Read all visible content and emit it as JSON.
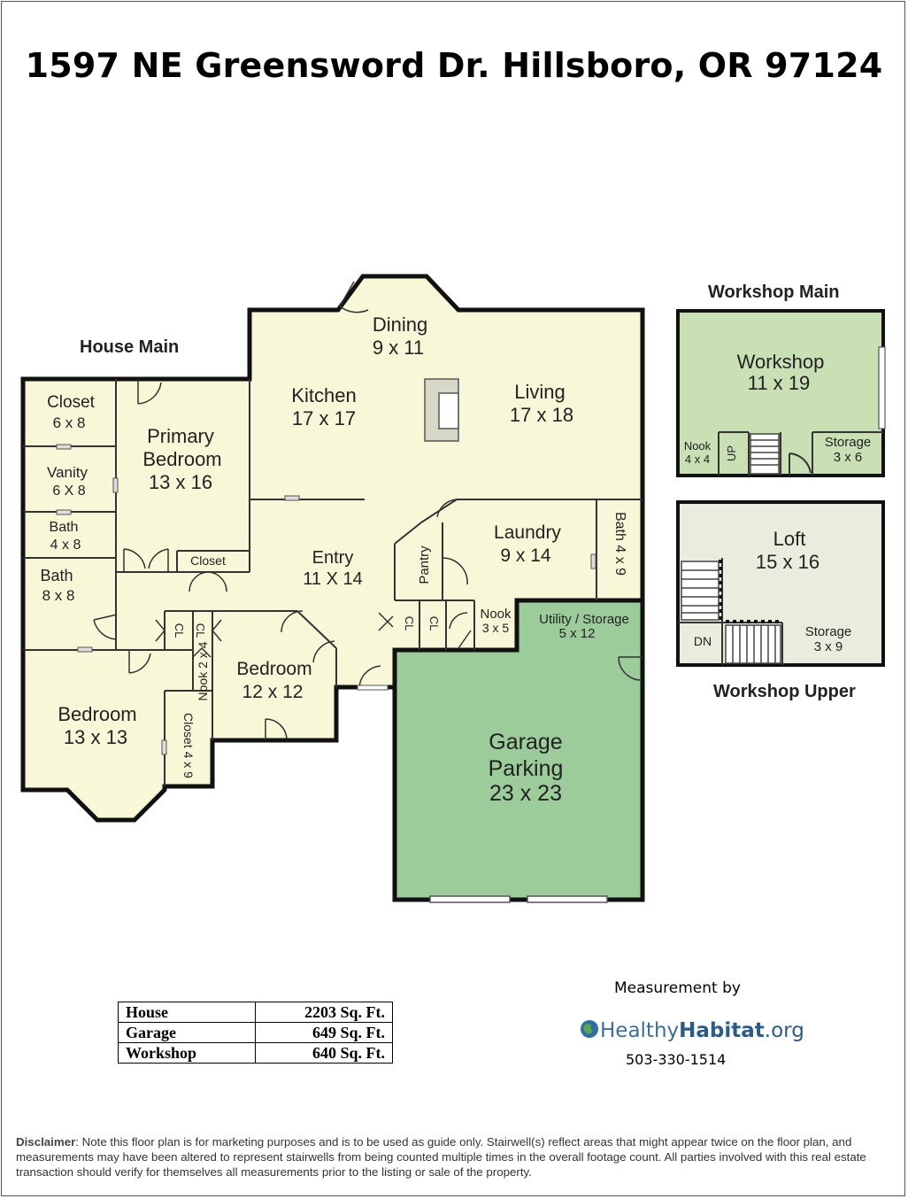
{
  "title": "1597 NE Greensword Dr. Hillsboro, OR 97124",
  "sections": {
    "house_main": "House Main",
    "workshop_main": "Workshop Main",
    "workshop_upper": "Workshop Upper"
  },
  "rooms": {
    "closet_name": "Closet",
    "closet_size": "6 x 8",
    "vanity_name": "Vanity",
    "vanity_size": "6 X 8",
    "bath48_name": "Bath",
    "bath48_size": "4 x 8",
    "bath88_name": "Bath",
    "bath88_size": "8 x 8",
    "primary_name1": "Primary",
    "primary_name2": "Bedroom",
    "primary_size": "13 x 16",
    "primary_closet": "Closet",
    "kitchen_name": "Kitchen",
    "kitchen_size": "17 x 17",
    "dining_name": "Dining",
    "dining_size": "9 x 11",
    "living_name": "Living",
    "living_size": "17 x 18",
    "entry_name": "Entry",
    "entry_size": "11 X 14",
    "pantry": "Pantry",
    "laundry_name": "Laundry",
    "laundry_size": "9 x 14",
    "bath49": "Bath 4 x 9",
    "nook35_name": "Nook",
    "nook35_size": "3 x 5",
    "utility_name": "Utility / Storage",
    "utility_size": "5 x 12",
    "cl": "CL",
    "nook24": "Nook 2 x 4",
    "bedroom12_name": "Bedroom",
    "bedroom12_size": "12 x 12",
    "bedroom13_name": "Bedroom",
    "bedroom13_size": "13 x 13",
    "closet49": "Closet 4 x 9",
    "garage_name1": "Garage",
    "garage_name2": "Parking",
    "garage_size": "23 x 23",
    "workshop_name": "Workshop",
    "workshop_size": "11 x 19",
    "ws_nook_name": "Nook",
    "ws_nook_size": "4 x 4",
    "up": "UP",
    "ws_storage_name": "Storage",
    "ws_storage_size": "3 x 6",
    "loft_name": "Loft",
    "loft_size": "15 x 16",
    "dn": "DN",
    "loft_storage_name": "Storage",
    "loft_storage_size": "3 x 9"
  },
  "areas": [
    {
      "name": "House",
      "value": "2203 Sq. Ft."
    },
    {
      "name": "Garage",
      "value": "649 Sq. Ft."
    },
    {
      "name": "Workshop",
      "value": "640 Sq. Ft."
    }
  ],
  "credit": {
    "measurement_by": "Measurement by",
    "logo_healthy": "Healthy",
    "logo_habitat": "Habitat",
    "logo_org": ".org",
    "phone": "503-330-1514"
  },
  "disclaimer": {
    "label": "Disclaimer",
    "text": ": Note this floor plan is for marketing purposes and is to be used as guide only.  Stairwell(s) reflect areas that might appear twice on the floor plan, and measurements may have been altered to represent stairwells from being counted multiple times in the overall footage count.  All parties involved with this real estate transaction should verify for themselves all measurements prior to the listing or sale of the property."
  },
  "colors": {
    "house_fill": "#f8f8d8",
    "garage_fill": "#9ccc9a",
    "workshop_fill": "#c8e0b4",
    "loft_fill": "#ececde",
    "wall": "#111111"
  }
}
